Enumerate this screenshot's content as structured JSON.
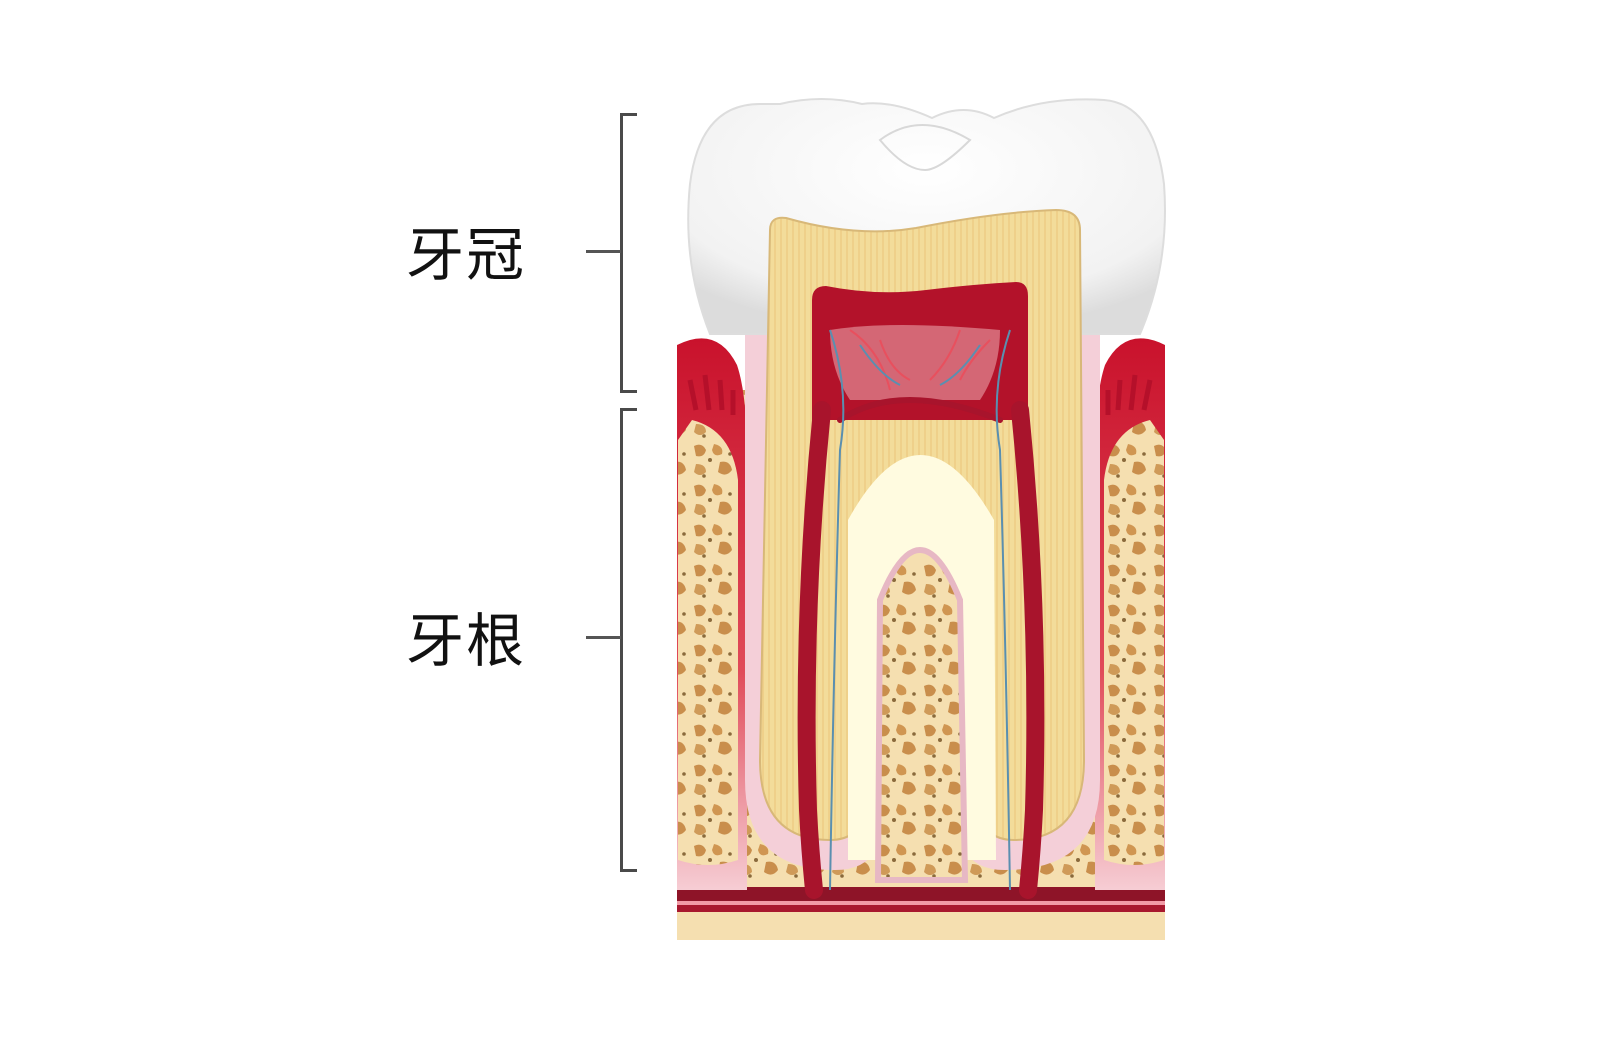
{
  "diagram": {
    "subject": "tooth cross-section",
    "labels": {
      "crown": "牙冠",
      "root": "牙根"
    },
    "parts_depicted": [
      "enamel",
      "dentin",
      "pulp",
      "blood vessels",
      "nerves",
      "gum",
      "jaw bone",
      "periodontal ligament"
    ],
    "colors": {
      "enamel": "#f4f4f4",
      "dentin": "#f3dc9a",
      "pulp": "#b3122a",
      "gum": "#d8283c",
      "bone": "#c98e4c",
      "bone_background": "#f5dfb0",
      "nerve": "#5a8fb0",
      "ligament": "#f4cfd8"
    }
  }
}
